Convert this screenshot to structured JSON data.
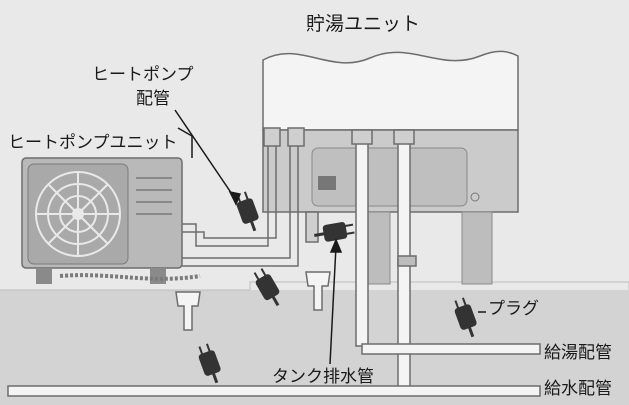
{
  "labels": {
    "tank_unit": "貯湯ユニット",
    "heat_pump_pipe_line1": "ヒートポンプ",
    "heat_pump_pipe_line2": "配管",
    "heat_pump_unit": "ヒートポンプユニット",
    "plug": "プラグ",
    "hot_water_pipe": "給湯配管",
    "tank_drain_pipe": "タンク排水管",
    "water_supply_pipe": "給水配管"
  }
}
